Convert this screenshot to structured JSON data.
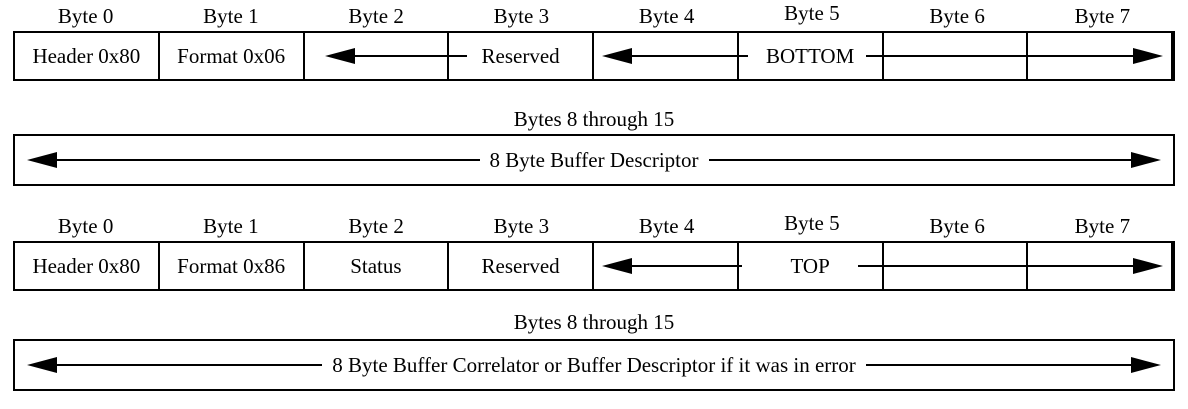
{
  "record1": {
    "byte_labels": [
      "Byte 0",
      "Byte 1",
      "Byte 2",
      "Byte 3",
      "Byte 4",
      "Byte 5",
      "Byte 6",
      "Byte 7"
    ],
    "cells": {
      "byte0": "Header 0x80",
      "byte1": "Format 0x06",
      "byte3": "Reserved",
      "byte5": "BOTTOM"
    },
    "bytes_8_15": "Bytes 8 through 15",
    "wide_label": "8 Byte Buffer Descriptor"
  },
  "record2": {
    "byte_labels": [
      "Byte 0",
      "Byte 1",
      "Byte 2",
      "Byte 3",
      "Byte 4",
      "Byte 5",
      "Byte 6",
      "Byte 7"
    ],
    "cells": {
      "byte0": "Header 0x80",
      "byte1": "Format 0x86",
      "byte2": "Status",
      "byte3": "Reserved",
      "byte5": "TOP"
    },
    "bytes_8_15": "Bytes 8 through 15",
    "wide_label": "8 Byte Buffer Correlator or Buffer Descriptor if it was in error"
  },
  "colors": {
    "ink": "#000000",
    "background": "#ffffff"
  }
}
